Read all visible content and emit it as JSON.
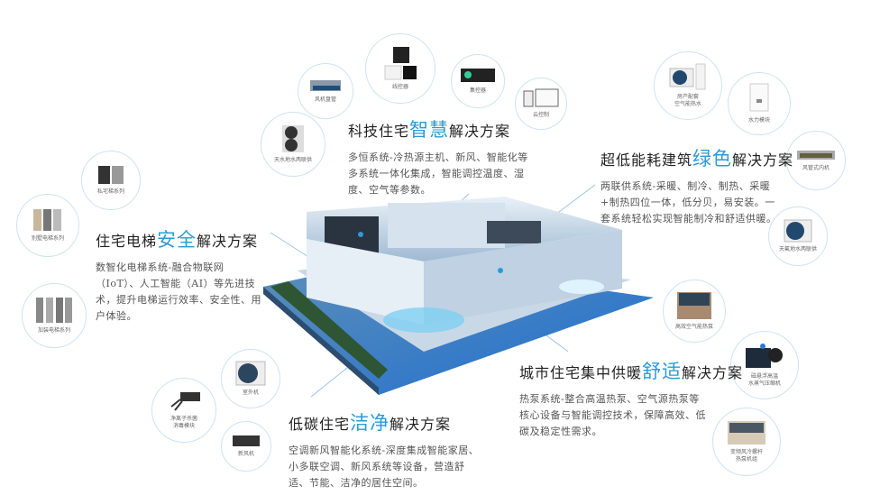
{
  "solutions": [
    {
      "pre": "科技住宅",
      "highlight": "智慧",
      "post": "解决方案",
      "desc": "多恒系统-冷热源主机、新风、智能化等多系统一体化集成，智能调控温度、湿度、空气等参数。"
    },
    {
      "pre": "超低能耗建筑",
      "highlight": "绿色",
      "post": "解决方案",
      "desc": "两联供系统-采暖、制冷、制热、采暖+制热四位一体，低分贝，易安装。一套系统轻松实现智能制冷和舒适供暖。"
    },
    {
      "pre": "住宅电梯",
      "highlight": "安全",
      "post": "解决方案",
      "desc": "数智化电梯系统-融合物联网（IoT）、人工智能（AI）等先进技术，提升电梯运行效率、安全性、用户体验。"
    },
    {
      "pre": "低碳住宅",
      "highlight": "洁净",
      "post": "解决方案",
      "desc": "空调新风智能化系统-深度集成智能家居、小多联空调、新风系统等设备，营造舒适、节能、洁净的居住空间。"
    },
    {
      "pre": "城市住宅集中供暖",
      "highlight": "舒适",
      "post": "解决方案",
      "desc": "热泵系统-整合高温热泵、空气源热泵等核心设备与智能调控技术，保障高效、低碳及稳定性需求。"
    }
  ],
  "products": [
    "私宅梯系列",
    "别墅电梯系列",
    "加装电梯系列",
    "天水地水两联供",
    "风机盘管",
    "线控器",
    "集控器",
    "云控制",
    "房产配套\n空气能热水",
    "水力模块",
    "风管式内机",
    "天氟地水两联供",
    "高效空气能热泵",
    "磁悬浮高温\n水蒸气压缩机",
    "变频风冷螺杆\n热泵机组",
    "室外机",
    "净离子杀菌\n消毒模块",
    "新风机"
  ],
  "colors": {
    "accent": "#2a9bd8",
    "circle": "#cfe3f1"
  }
}
